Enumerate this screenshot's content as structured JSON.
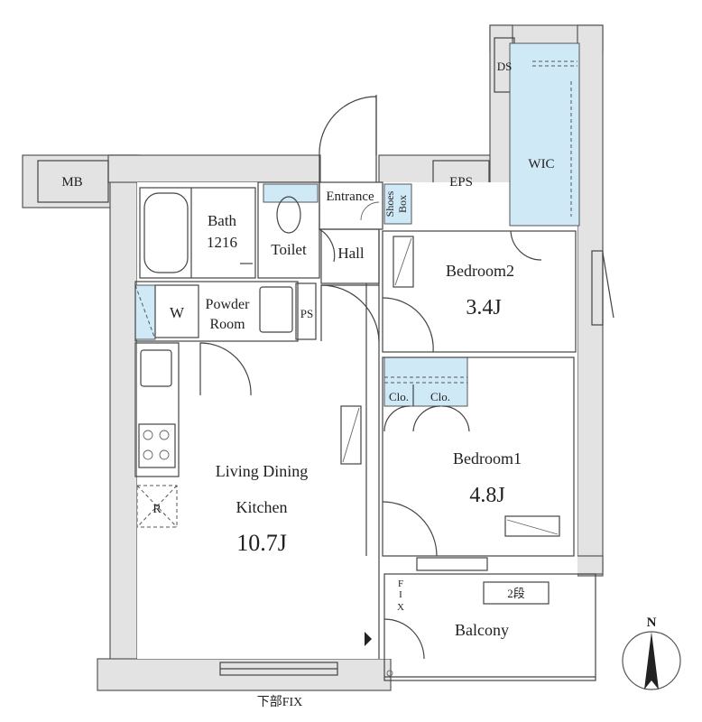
{
  "rooms": {
    "mb": "MB",
    "eps": "EPS",
    "ds": "DS",
    "wic": "WIC",
    "entrance": "Entrance",
    "shoes_box_line1": "Shoes",
    "shoes_box_line2": "Box",
    "bath_line1": "Bath",
    "bath_line2": "1216",
    "toilet": "Toilet",
    "hall": "Hall",
    "washer": "W",
    "powder_line1": "Powder",
    "powder_line2": "Room",
    "ps": "PS",
    "bedroom2_name": "Bedroom2",
    "bedroom2_size": "3.4J",
    "closet_a": "Clo.",
    "closet_b": "Clo.",
    "bedroom1_name": "Bedroom1",
    "bedroom1_size": "4.8J",
    "ldk_line1": "Living Dining",
    "ldk_line2": "Kitchen",
    "ldk_size": "10.7J",
    "fridge": "R",
    "fix_f": "F",
    "fix_i": "I",
    "fix_x": "X",
    "step": "2段",
    "balcony": "Balcony",
    "window_note": "下部FIX",
    "north": "N"
  },
  "colors": {
    "wall_fill": "#e3e3e3",
    "wall_stroke": "#555555",
    "storage_blue": "#cfe9f6"
  }
}
